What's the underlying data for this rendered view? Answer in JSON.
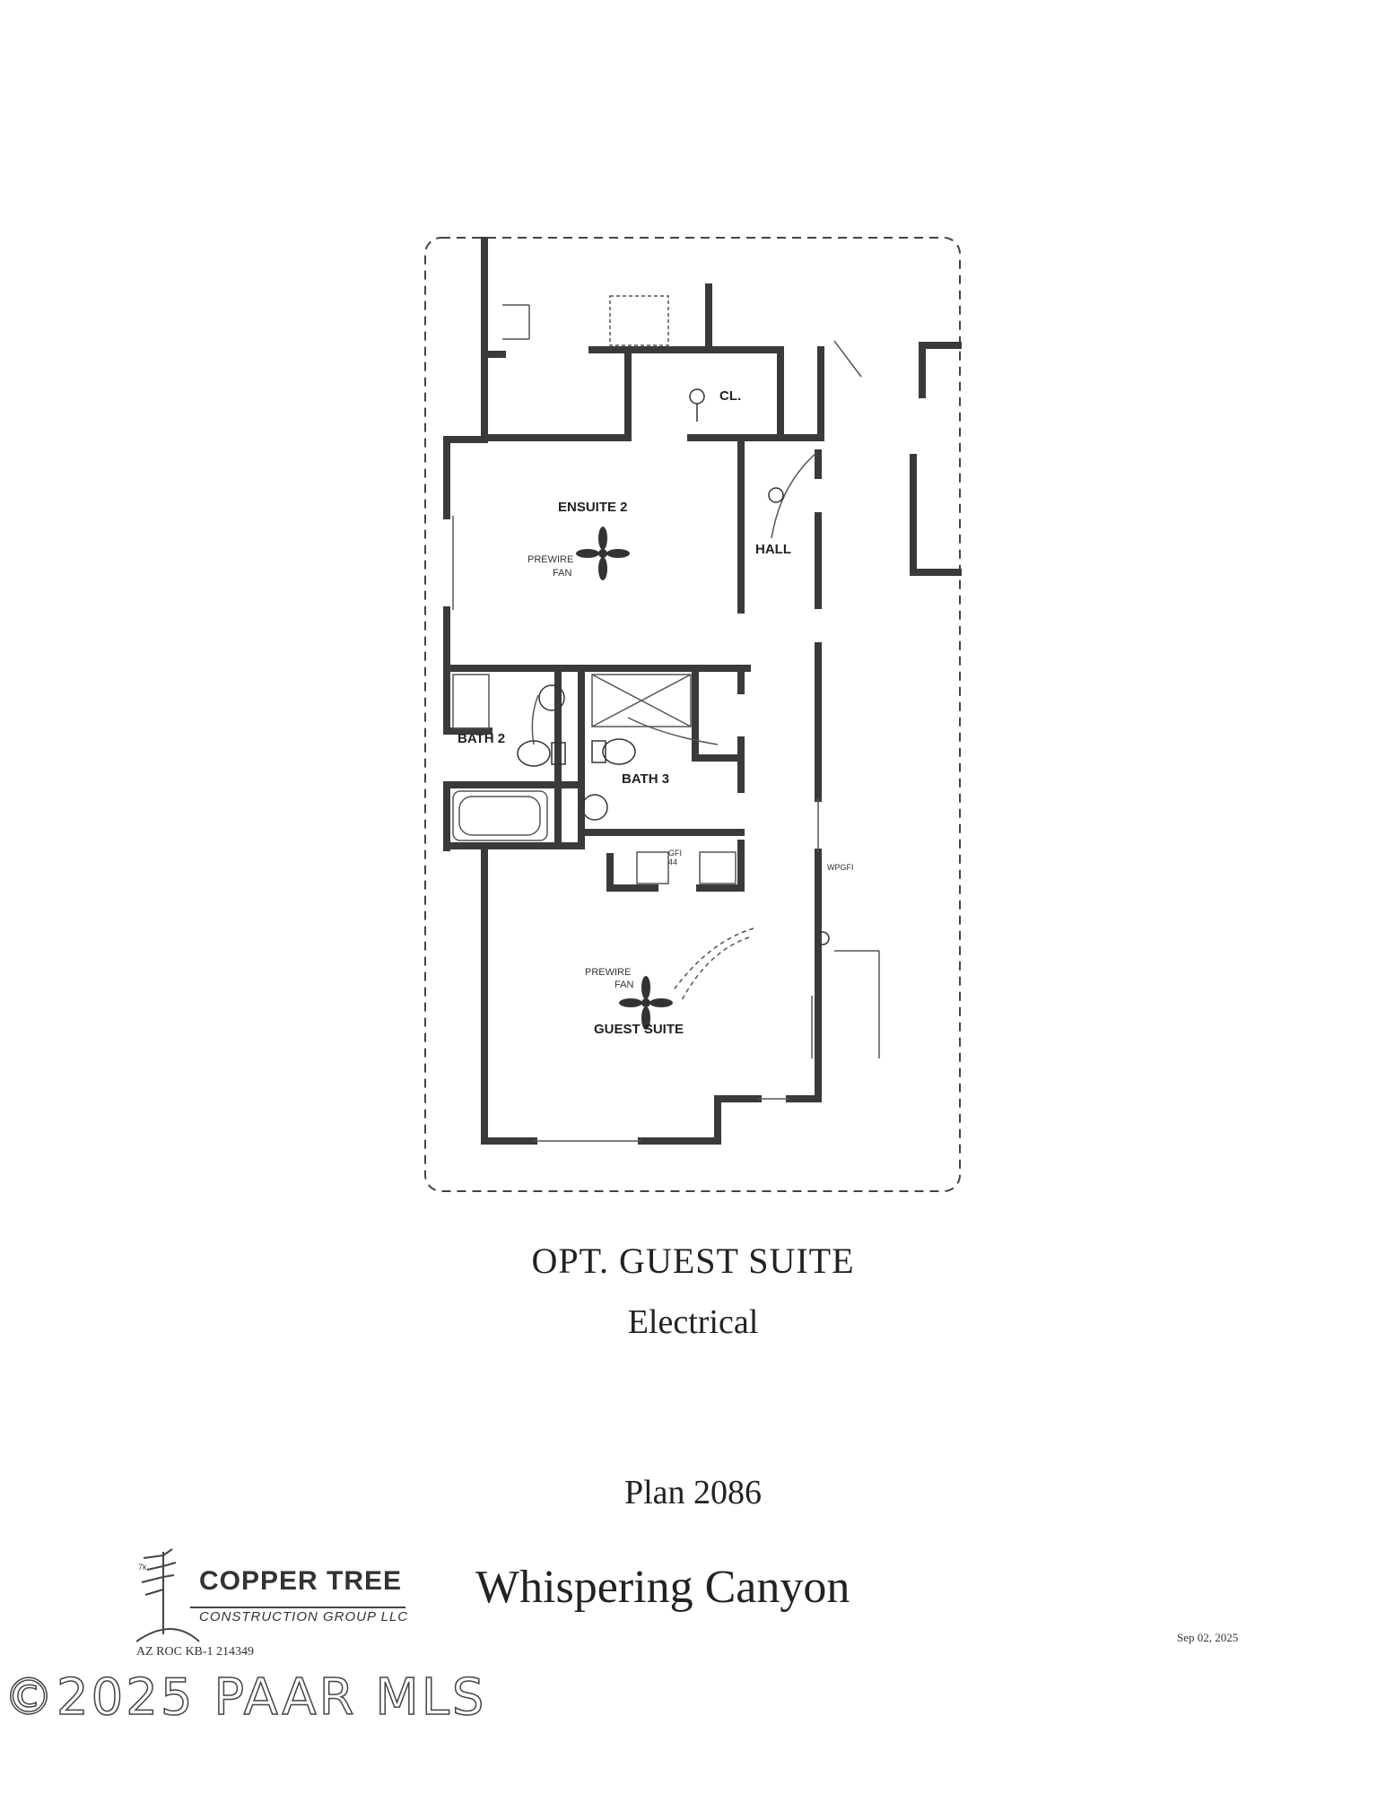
{
  "floor_plan": {
    "rooms": {
      "closet": "CL.",
      "ensuite": "ENSUITE 2",
      "hall": "HALL",
      "bath2": "BATH 2",
      "bath3": "BATH 3",
      "guest_suite": "GUEST SUITE"
    },
    "fan_notes": {
      "ensuite_line1": "PREWIRE",
      "ensuite_line2": "FAN",
      "guest_line1": "PREWIRE",
      "guest_line2": "FAN"
    },
    "outlet_note": "WPGFI",
    "gfi_note_line1": "GFI",
    "gfi_note_line2": "44"
  },
  "caption": {
    "title": "OPT. GUEST SUITE",
    "subtitle": "Electrical",
    "plan": "Plan 2086",
    "community": "Whispering Canyon"
  },
  "builder": {
    "name": "COPPER TREE",
    "subname": "CONSTRUCTION GROUP LLC",
    "license": "AZ ROC KB-1 214349",
    "logo_mark": "7k"
  },
  "date": "Sep 02, 2025",
  "watermark": "©2025 PAAR MLS"
}
